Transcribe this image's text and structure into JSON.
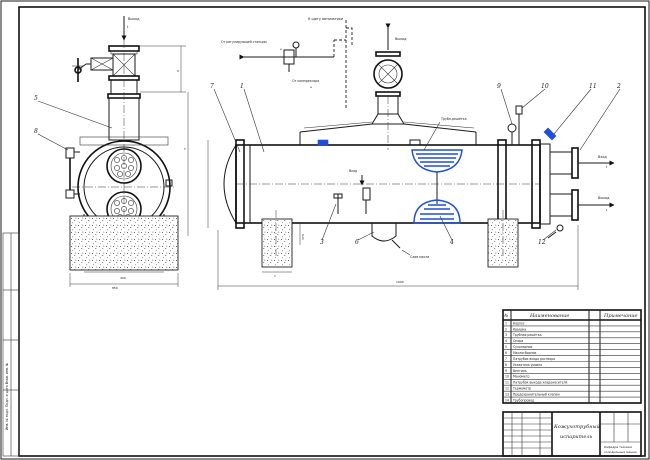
{
  "labels": {
    "out_top": "Выход",
    "out_top_sub": "t",
    "main_line": "К щиту автоматики",
    "from_control": "От регулирующей станции",
    "from_control_sub": "н",
    "to_return": "От компрессора",
    "to_return_sub": "н",
    "out_right_top": "Выход",
    "out_right_bot": "Выход",
    "in_mid": "Вход",
    "drain": "Вход",
    "drain_sub": "t",
    "tube_sheet": "Трубн.решётка",
    "oil_drain": "Слив масла"
  },
  "callouts": [
    "5",
    "8",
    "7",
    "1",
    "9",
    "10",
    "11",
    "2",
    "3",
    "6",
    "4",
    "12"
  ],
  "dims": {
    "d_a": "0",
    "d_b": "400",
    "d_c": "850",
    "d_d": "3",
    "d_e": "1",
    "d_f": "370",
    "d_g": "1990"
  },
  "spec": {
    "headers": [
      "№",
      "Наименование",
      "Примечание"
    ],
    "rows": [
      [
        "1",
        "Корпус",
        ""
      ],
      [
        "2",
        "Крышка",
        ""
      ],
      [
        "3",
        "Трубная решётка",
        ""
      ],
      [
        "4",
        "Опора",
        ""
      ],
      [
        "5",
        "Сухопарник",
        ""
      ],
      [
        "6",
        "Маслосборник",
        ""
      ],
      [
        "7",
        "Патрубок входа раствора",
        ""
      ],
      [
        "8",
        "Указатель уровня",
        ""
      ],
      [
        "9",
        "Вентиль",
        ""
      ],
      [
        "10",
        "Манометр",
        ""
      ],
      [
        "11",
        "Патрубок выхода хладоносителя",
        ""
      ],
      [
        "12",
        "Термометр",
        ""
      ],
      [
        "13",
        "Предохранительный клапан",
        ""
      ],
      [
        "14",
        "Трубопровод",
        ""
      ]
    ]
  },
  "title_block": {
    "name_line1": "Кожухотрубный",
    "name_line2": "испаритель",
    "right_line1": "Кафедра техники",
    "right_line2": "холодильных машин"
  },
  "frame_side": "Инв. № подл.  Подп. и дата  Взам. инв. №"
}
